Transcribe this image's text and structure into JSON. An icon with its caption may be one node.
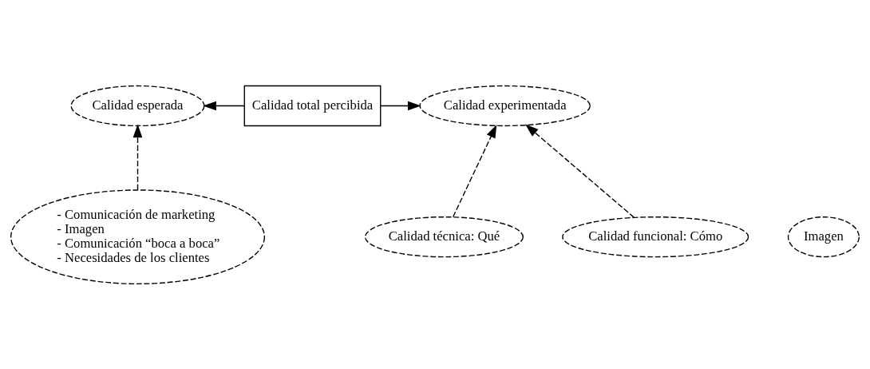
{
  "diagram": {
    "nodes": [
      {
        "text": [
          "Calidad esperada"
        ]
      },
      {
        "text": [
          "Calidad total percibida"
        ]
      },
      {
        "text": [
          "Calidad experimentada"
        ]
      },
      {
        "text": [
          "- Comunicación de marketing - Imagen - Comunicación “boca a boca” - Necesidades de los clientes"
        ]
      },
      {
        "text": [
          "Imagen"
        ]
      },
      {
        "text": [
          "Calidad técnica: Qué"
        ]
      },
      {
        "text": [
          "Calidad funcional: Cómo"
        ]
      }
    ],
    "edges": [
      {
        "from": 1,
        "to": 0,
        "arrow": "to"
      },
      {
        "from": 1,
        "to": 2,
        "arrow": "to"
      },
      {
        "from": 3,
        "to": 0,
        "arrow": "to",
        "style": "dashed"
      },
      {
        "from": 5,
        "to": 2,
        "arrow": "to",
        "style": "dashed"
      },
      {
        "from": 6,
        "to": 2,
        "arrow": "to",
        "style": "dashed"
      }
    ]
  }
}
